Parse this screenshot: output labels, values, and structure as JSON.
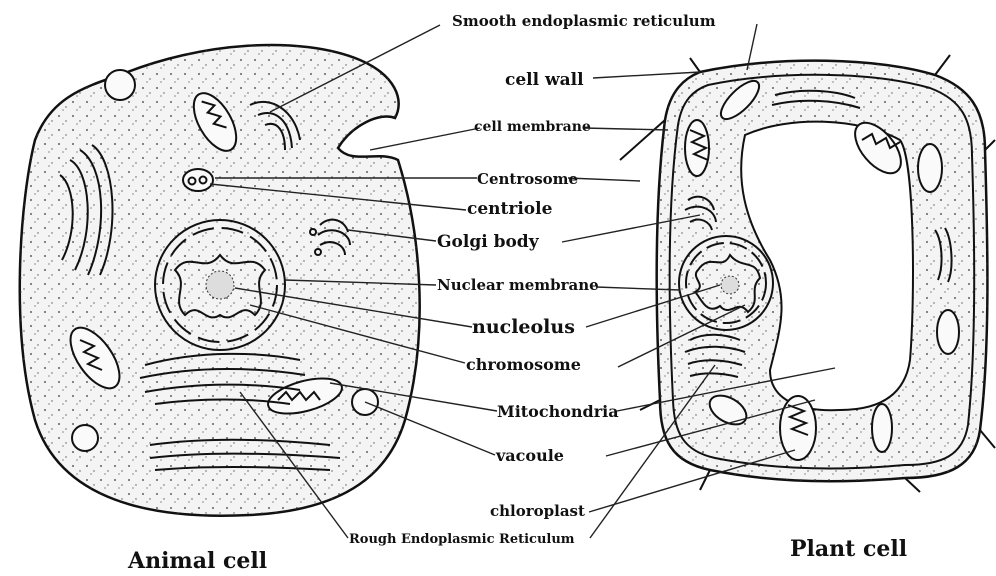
{
  "labels": {
    "smooth_er": "Smooth endoplasmic reticulum",
    "cell_wall": "cell wall",
    "cell_membrane": "cell membrane",
    "centrosome": "Centrosome",
    "centriole": "centriole",
    "golgi": "Golgi body",
    "nuclear_membrane": "Nuclear membrane",
    "nucleolus": "nucleolus",
    "chromosome": "chromosome",
    "mitochondria": "Mitochondria",
    "vacuole": "vacoule",
    "chloroplast": "chloroplast",
    "rough_er": "Rough Endoplasmic Reticulum",
    "animal_cell": "Animal cell",
    "plant_cell": "Plant cell"
  }
}
